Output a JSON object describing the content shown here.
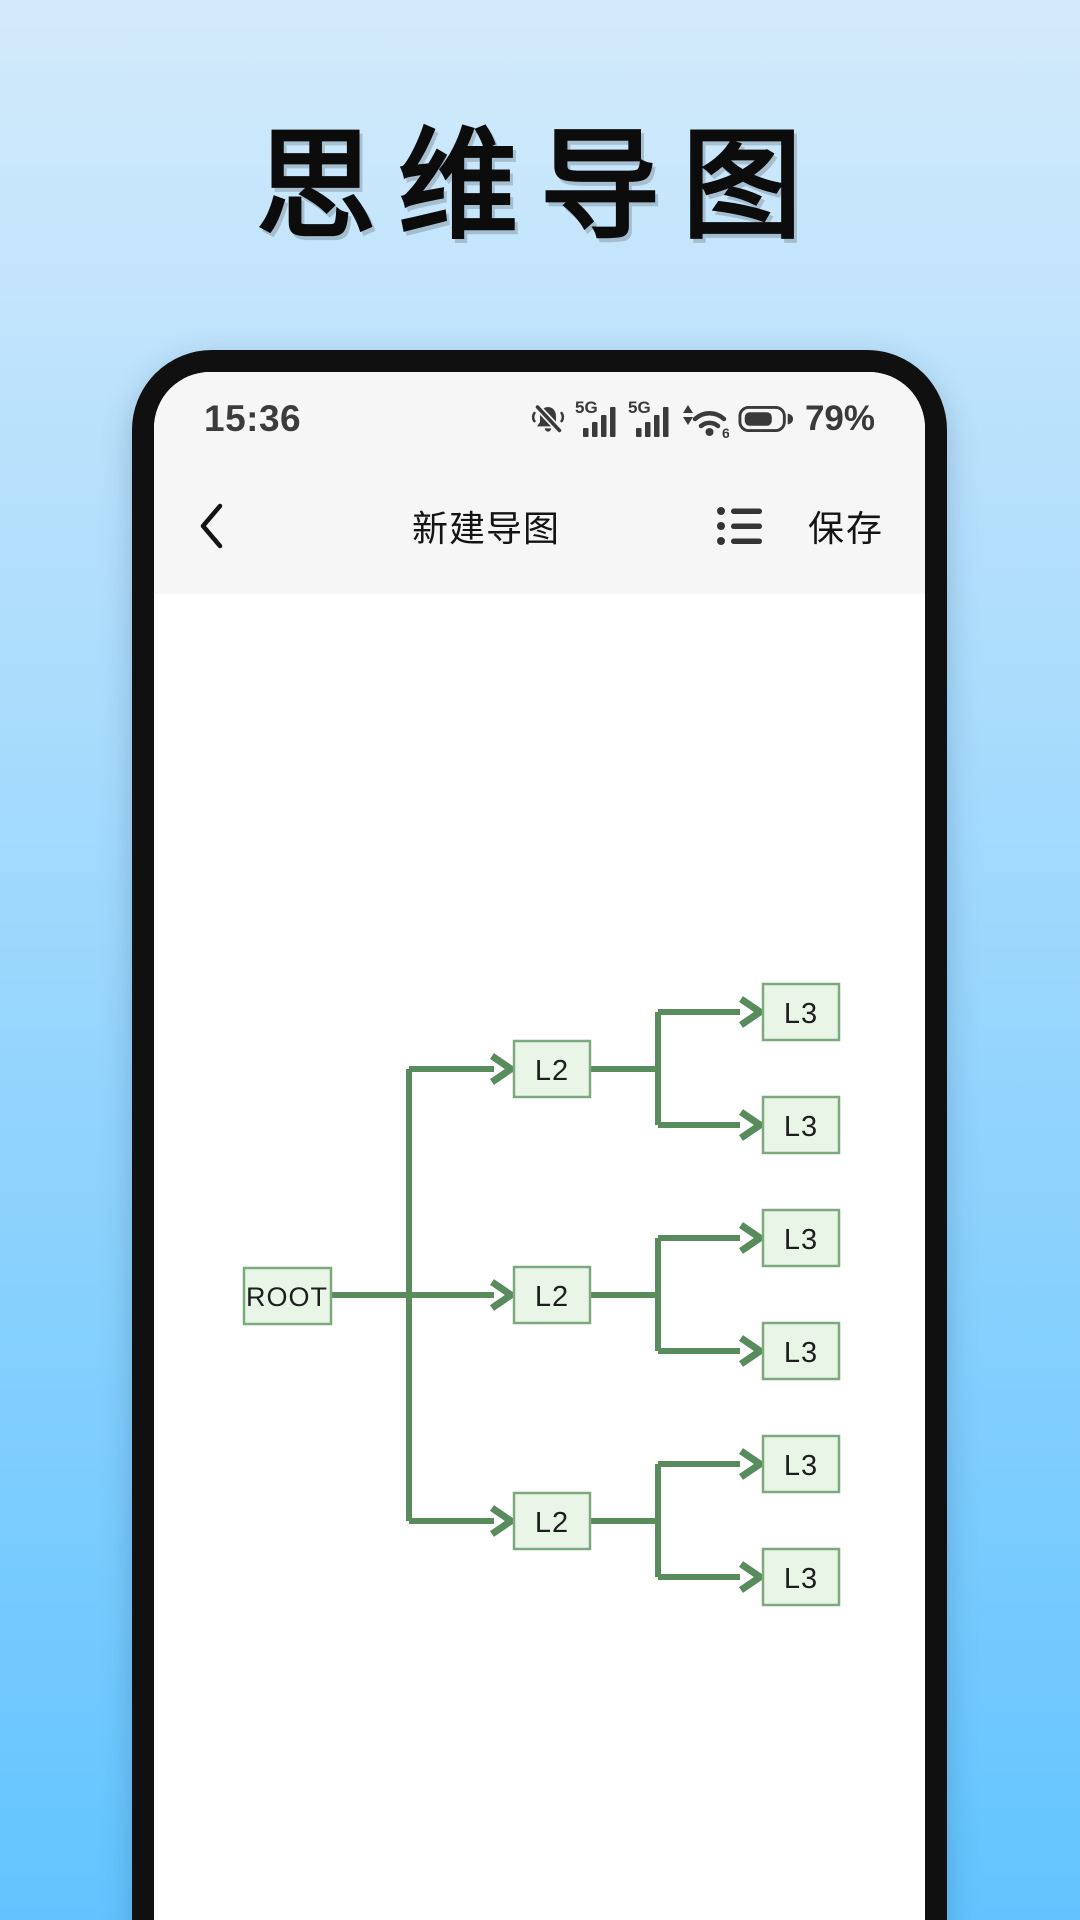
{
  "title": {
    "text": "思维导图"
  },
  "status_bar": {
    "time": "15:36",
    "sim1_network": "5G",
    "sim2_network": "5G",
    "wifi_label": "6",
    "battery_percent": "79%"
  },
  "nav_bar": {
    "title": "新建导图",
    "save_label": "保存"
  },
  "mindmap": {
    "root": {
      "label": "ROOT"
    },
    "branches": [
      {
        "label": "L2",
        "children": [
          {
            "label": "L3"
          },
          {
            "label": "L3"
          }
        ]
      },
      {
        "label": "L2",
        "children": [
          {
            "label": "L3"
          },
          {
            "label": "L3"
          }
        ]
      },
      {
        "label": "L2",
        "children": [
          {
            "label": "L3"
          },
          {
            "label": "L3"
          }
        ]
      }
    ]
  },
  "colors": {
    "background_top": "#d3eafb",
    "background_bottom": "#62c4fe",
    "phone_frame": "#101010",
    "header_bg": "#f6f6f6",
    "line_green": "#588c5c",
    "node_fill": "#e9f5e7",
    "node_border": "#7ca97e",
    "status_icon": "#3a3a3a"
  }
}
